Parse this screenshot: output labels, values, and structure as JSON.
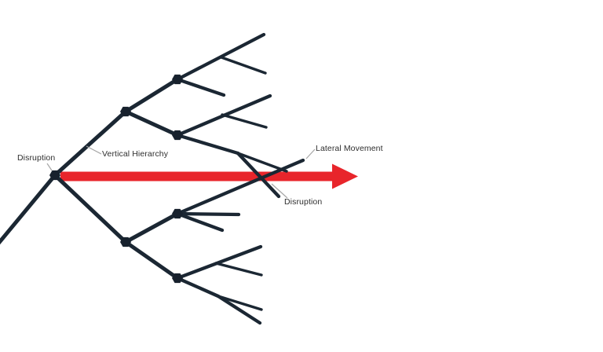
{
  "diagram": {
    "background": "#ffffff",
    "labels": {
      "disruption_left": "Disruption",
      "vertical_hierarchy": "Vertical Hierarchy",
      "lateral_movement": "Lateral Movement",
      "disruption_right": "Disruption"
    },
    "colors": {
      "branch": "#1b2733",
      "node": "#17212d",
      "arrow_red": "#e8252b",
      "connector": "#a6a6a6",
      "label_text": "#2e2e2e"
    }
  }
}
